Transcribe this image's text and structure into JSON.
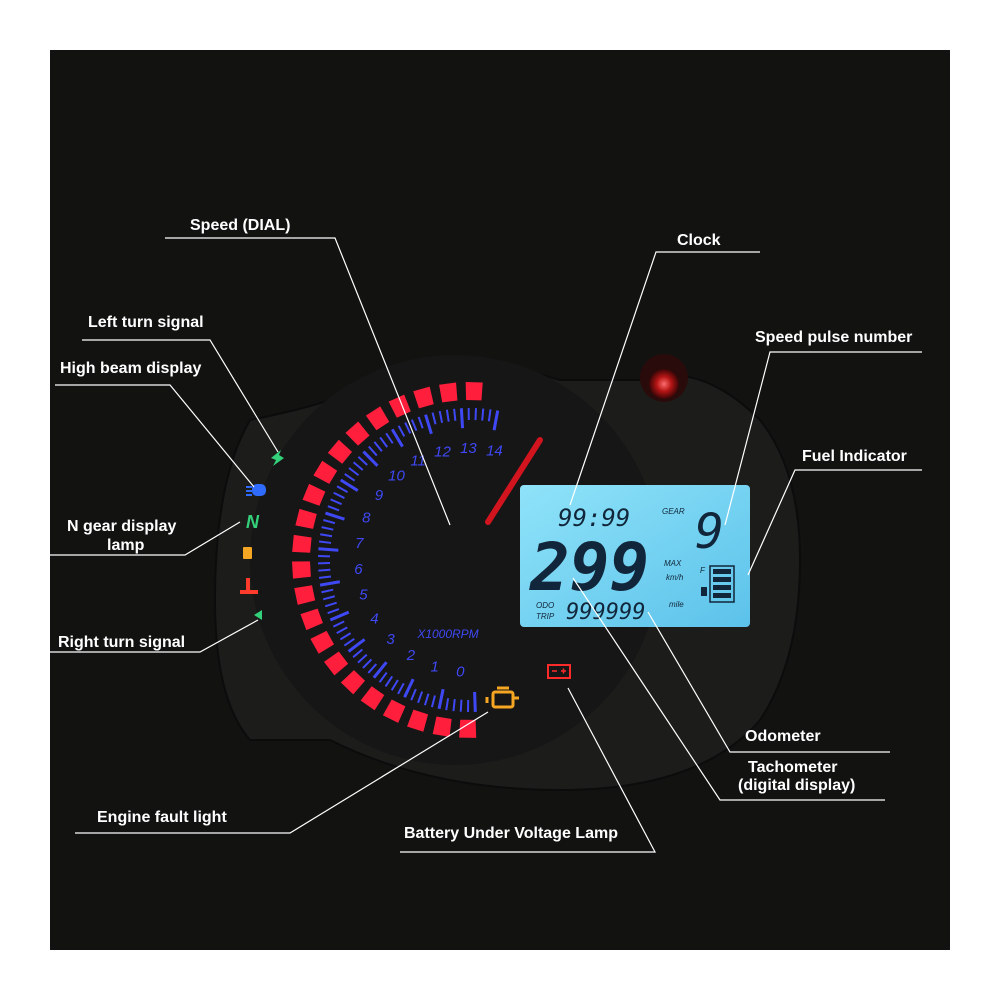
{
  "labels": {
    "speed_dial": "Speed (DIAL)",
    "clock": "Clock",
    "left_turn": "Left turn signal",
    "high_beam": "High beam display",
    "speed_pulse": "Speed pulse number",
    "fuel": "Fuel Indicator",
    "n_gear_line1": "N gear display",
    "n_gear_line2": "lamp",
    "right_turn": "Right turn signal",
    "odometer": "Odometer",
    "tacho_line1": "Tachometer",
    "tacho_line2": "(digital display)",
    "engine_fault": "Engine fault light",
    "battery": "Battery Under Voltage Lamp"
  },
  "gauge": {
    "unit": "X1000RPM",
    "numbers": [
      "0",
      "1",
      "2",
      "3",
      "4",
      "5",
      "6",
      "7",
      "8",
      "9",
      "10",
      "11",
      "12",
      "13",
      "14"
    ]
  },
  "lcd": {
    "clock": "99:99",
    "gear_label": "GEAR",
    "gear_value": "9",
    "speed": "299",
    "max": "MAX",
    "speed_unit": "km/h",
    "fuel_full": "F",
    "odo": "ODO",
    "trip": "TRIP",
    "odometer": "999999",
    "odo_unit": "mile"
  },
  "indicators": {
    "neutral": "N"
  },
  "colors": {
    "background": "#121211",
    "red_segments": "#ff1f3d",
    "blue_ticks": "#3f48f5",
    "lcd": "#6fd0f0",
    "engine_light": "#f5a623",
    "battery_light": "#ff2b2b",
    "green_indicator": "#33d17a"
  }
}
